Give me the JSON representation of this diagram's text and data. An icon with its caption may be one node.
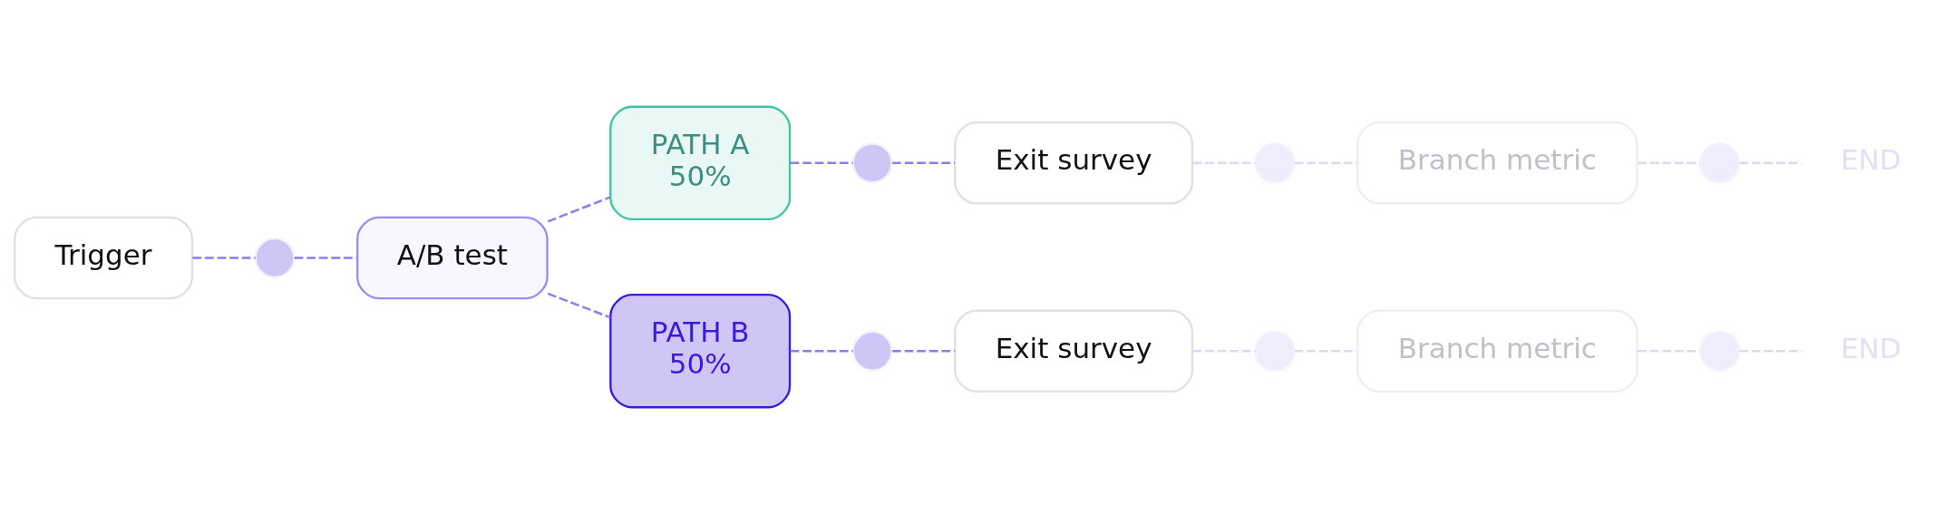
{
  "diagram": {
    "nodes": [
      {
        "text": [
          "Trigger"
        ]
      },
      {
        "text": [],
        "shape": "circle"
      },
      {
        "text": [
          "A/B test"
        ]
      },
      {
        "text": [
          "PATH A",
          "50%"
        ]
      },
      {
        "text": [],
        "shape": "circle"
      },
      {
        "text": [
          "Exit survey"
        ]
      },
      {
        "text": [],
        "shape": "circle"
      },
      {
        "text": [
          "Branch metric"
        ]
      },
      {
        "text": [],
        "shape": "circle"
      },
      {
        "text": [
          "END"
        ]
      },
      {
        "text": [
          "PATH B",
          "50%"
        ]
      },
      {
        "text": [],
        "shape": "circle"
      },
      {
        "text": [
          "Exit survey"
        ]
      },
      {
        "text": [],
        "shape": "circle"
      },
      {
        "text": [
          "Branch metric"
        ]
      },
      {
        "text": [],
        "shape": "circle"
      },
      {
        "text": [
          "END"
        ]
      }
    ],
    "edges": [
      {
        "from": 0,
        "to": 1,
        "arrow": "none",
        "style": "dashed"
      },
      {
        "from": 1,
        "to": 2,
        "arrow": "none",
        "style": "dashed"
      },
      {
        "from": 2,
        "to": 3,
        "arrow": "none",
        "style": "dashed"
      },
      {
        "from": 2,
        "to": 10,
        "arrow": "none",
        "style": "dashed"
      },
      {
        "from": 3,
        "to": 4,
        "arrow": "none",
        "style": "dashed"
      },
      {
        "from": 4,
        "to": 5,
        "arrow": "none",
        "style": "dashed"
      },
      {
        "from": 5,
        "to": 6,
        "arrow": "none",
        "style": "dashed",
        "color": "#dcdaf0"
      },
      {
        "from": 6,
        "to": 7,
        "arrow": "none",
        "style": "dashed",
        "color": "#dcdaf0"
      },
      {
        "from": 7,
        "to": 8,
        "arrow": "none",
        "style": "dashed",
        "color": "#dcdaf0"
      },
      {
        "from": 8,
        "to": 9,
        "arrow": "none",
        "style": "dashed",
        "color": "#dcdaf0"
      },
      {
        "from": 10,
        "to": 11,
        "arrow": "none",
        "style": "dashed"
      },
      {
        "from": 11,
        "to": 12,
        "arrow": "none",
        "style": "dashed"
      },
      {
        "from": 12,
        "to": 13,
        "arrow": "none",
        "style": "dashed",
        "color": "#dcdaf0"
      },
      {
        "from": 13,
        "to": 14,
        "arrow": "none",
        "style": "dashed",
        "color": "#dcdaf0"
      },
      {
        "from": 14,
        "to": 15,
        "arrow": "none",
        "style": "dashed",
        "color": "#dcdaf0"
      },
      {
        "from": 15,
        "to": 16,
        "arrow": "none",
        "style": "dashed",
        "color": "#dcdaf0"
      }
    ]
  }
}
